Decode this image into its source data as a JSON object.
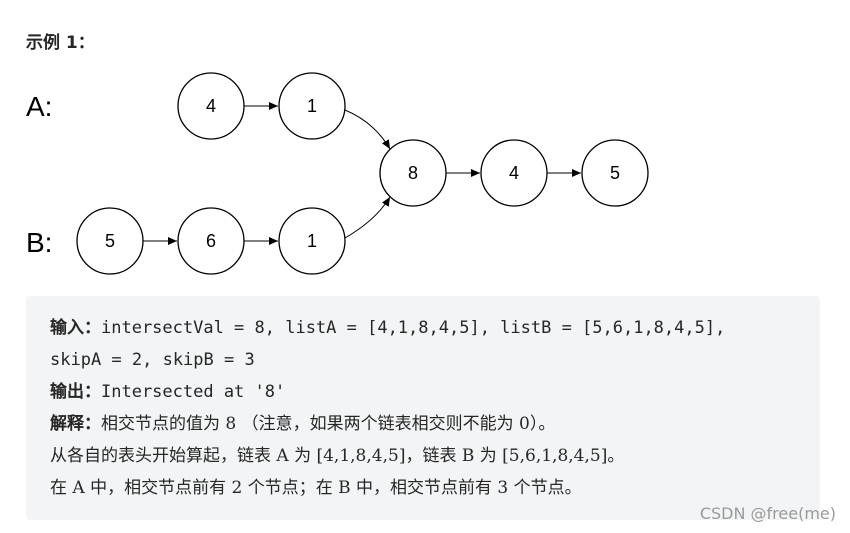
{
  "example": {
    "title": "示例 1："
  },
  "diagram": {
    "list_a_label": "A:",
    "list_b_label": "B:",
    "list_a_nodes": [
      "4",
      "1"
    ],
    "list_b_nodes": [
      "5",
      "6",
      "1"
    ],
    "shared_nodes": [
      "8",
      "4",
      "5"
    ]
  },
  "code": {
    "input_label": "输入：",
    "input_line1": "intersectVal = 8, listA = [4,1,8,4,5], listB = [5,6,1,8,4,5],",
    "input_line2": "skipA = 2, skipB = 3",
    "output_label": "输出：",
    "output_text": "Intersected at '8'",
    "explain_label": "解释：",
    "explain_line1": "相交节点的值为 8 （注意，如果两个链表相交则不能为 0）。",
    "explain_line2": "从各自的表头开始算起，链表 A 为 [4,1,8,4,5]，链表 B 为 [5,6,1,8,4,5]。",
    "explain_line3": "在 A 中，相交节点前有 2 个节点；在 B 中，相交节点前有 3 个节点。"
  },
  "watermark": "CSDN @free(me)"
}
